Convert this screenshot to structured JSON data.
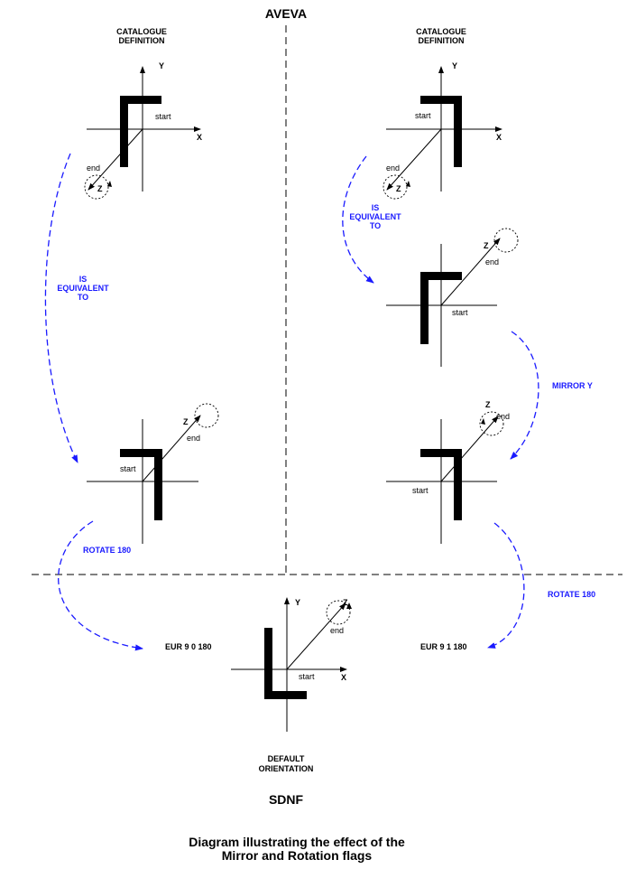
{
  "header": {
    "left": "AVEVA",
    "bottom": "SDNF"
  },
  "catalogue_label": [
    "CATALOGUE",
    "DEFINITION"
  ],
  "axes": {
    "x": "X",
    "y": "Y",
    "z": "Z"
  },
  "points": {
    "start": "start",
    "end": "end"
  },
  "notes": {
    "is_equivalent": [
      "IS",
      "EQUIVALENT",
      "TO"
    ],
    "rotate": "ROTATE 180",
    "mirror": "MIRROR Y"
  },
  "eur_left": "EUR 9 0 180",
  "eur_right": "EUR 9 1 180",
  "default_orientation": [
    "DEFAULT",
    "ORIENTATION"
  ],
  "caption": [
    "Diagram illustrating the effect of the",
    "Mirror and Rotation flags"
  ],
  "colors": {
    "accent": "#1a1aff",
    "ink": "#000000"
  }
}
